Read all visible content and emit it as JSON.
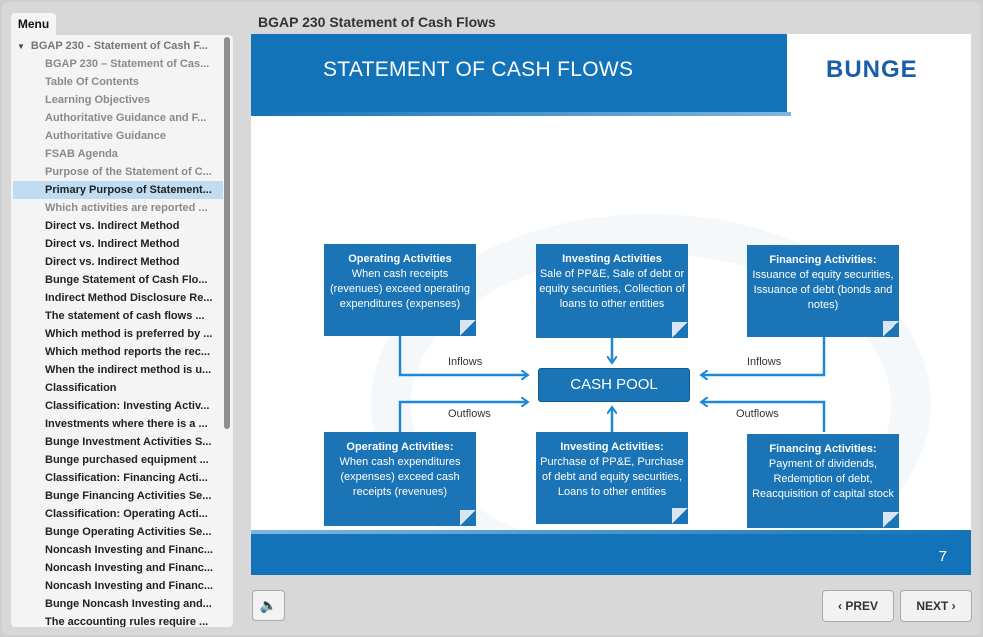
{
  "menu": {
    "tab_label": "Menu",
    "items": [
      "BGAP 230 - Statement of Cash F...",
      "BGAP 230 – Statement of Cas...",
      "Table Of Contents",
      "Learning Objectives",
      "Authoritative Guidance and F...",
      "Authoritative Guidance",
      "FSAB Agenda",
      "Purpose of the Statement of C...",
      "Primary Purpose of Statement...",
      "Which activities are reported ...",
      "Direct vs. Indirect Method",
      "Direct vs. Indirect Method",
      "Direct vs. Indirect Method",
      "Bunge Statement of Cash Flo...",
      "Indirect Method Disclosure Re...",
      "The statement of cash flows ...",
      "Which method is preferred by ...",
      "Which method reports the rec...",
      "When the indirect method is u...",
      "Classification",
      "Classification: Investing Activ...",
      "Investments where there is a ...",
      "Bunge Investment Activities S...",
      "Bunge purchased equipment ...",
      "Classification: Financing Acti...",
      "Bunge Financing Activities Se...",
      "Classification: Operating Acti...",
      "Bunge Operating Activities Se...",
      "Noncash Investing and Financ...",
      "Noncash Investing and Financ...",
      "Noncash Investing and Financ...",
      "Bunge Noncash Investing and...",
      "The accounting rules require ..."
    ]
  },
  "header": {
    "title": "BGAP 230 Statement of Cash Flows"
  },
  "slide": {
    "title": "STATEMENT OF CASH FLOWS",
    "logo": "BUNGE",
    "page_number": "7",
    "boxes": {
      "op_in_title": "Operating Activities",
      "op_in_text": "When cash receipts (revenues) exceed operating expenditures (expenses)",
      "inv_in_title": "Investing Activities",
      "inv_in_text": "Sale of PP&E, Sale of debt or equity securities, Collection of loans to other entities",
      "fin_in_title": "Financing Activities:",
      "fin_in_text": "Issuance of equity securities, Issuance of debt (bonds and notes)",
      "op_out_title": "Operating Activities:",
      "op_out_text": "When cash expenditures (expenses) exceed cash receipts (revenues)",
      "inv_out_title": "Investing Activities:",
      "inv_out_text": "Purchase of PP&E, Purchase of debt and equity securities, Loans to other entities",
      "fin_out_title": "Financing Activities:",
      "fin_out_text": "Payment of dividends, Redemption of debt, Reacquisition of capital stock"
    },
    "cash_pool": "CASH POOL",
    "labels": {
      "inflows_left": "Inflows",
      "inflows_right": "Inflows",
      "outflows_left": "Outflows",
      "outflows_right": "Outflows"
    }
  },
  "controls": {
    "prev": "PREV",
    "next": "NEXT"
  },
  "colors": {
    "accent": "#1373b9",
    "box": "#1a74b5",
    "selected": "#bfdcf2"
  }
}
